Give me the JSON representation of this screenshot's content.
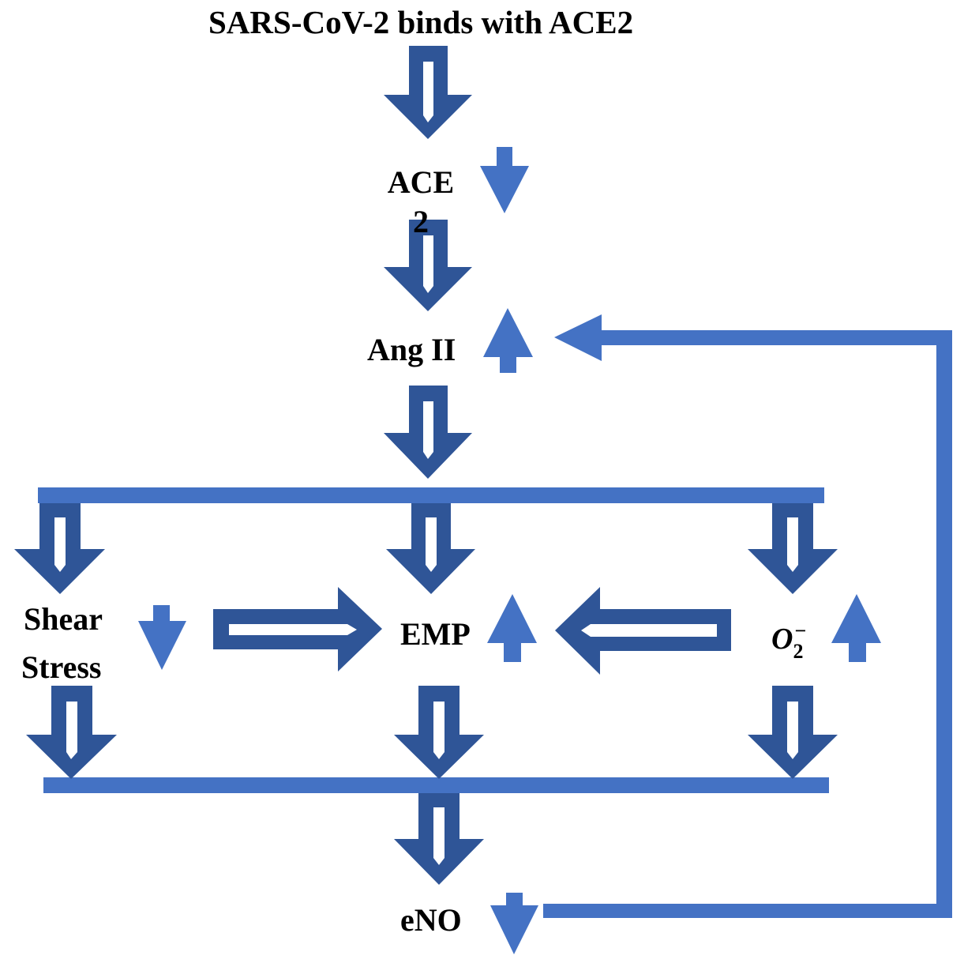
{
  "colors": {
    "hollow_arrow": "#2f5597",
    "indicator": "#4472c4",
    "bar": "#4472c4"
  },
  "nodes": {
    "sars": "SARS-CoV-2 binds with ACE2",
    "ace2": "ACE2",
    "angii": "Ang II",
    "shear_line1": "Shear",
    "shear_line2": "Stress",
    "emp": "EMP",
    "o2_base": "O",
    "o2_sub": "2",
    "o2_sup": "−",
    "eno": "eNO"
  },
  "indicators": {
    "ace2": "decrease",
    "angii": "increase",
    "shear_stress": "decrease",
    "emp": "increase",
    "o2": "increase",
    "eno": "decrease"
  }
}
